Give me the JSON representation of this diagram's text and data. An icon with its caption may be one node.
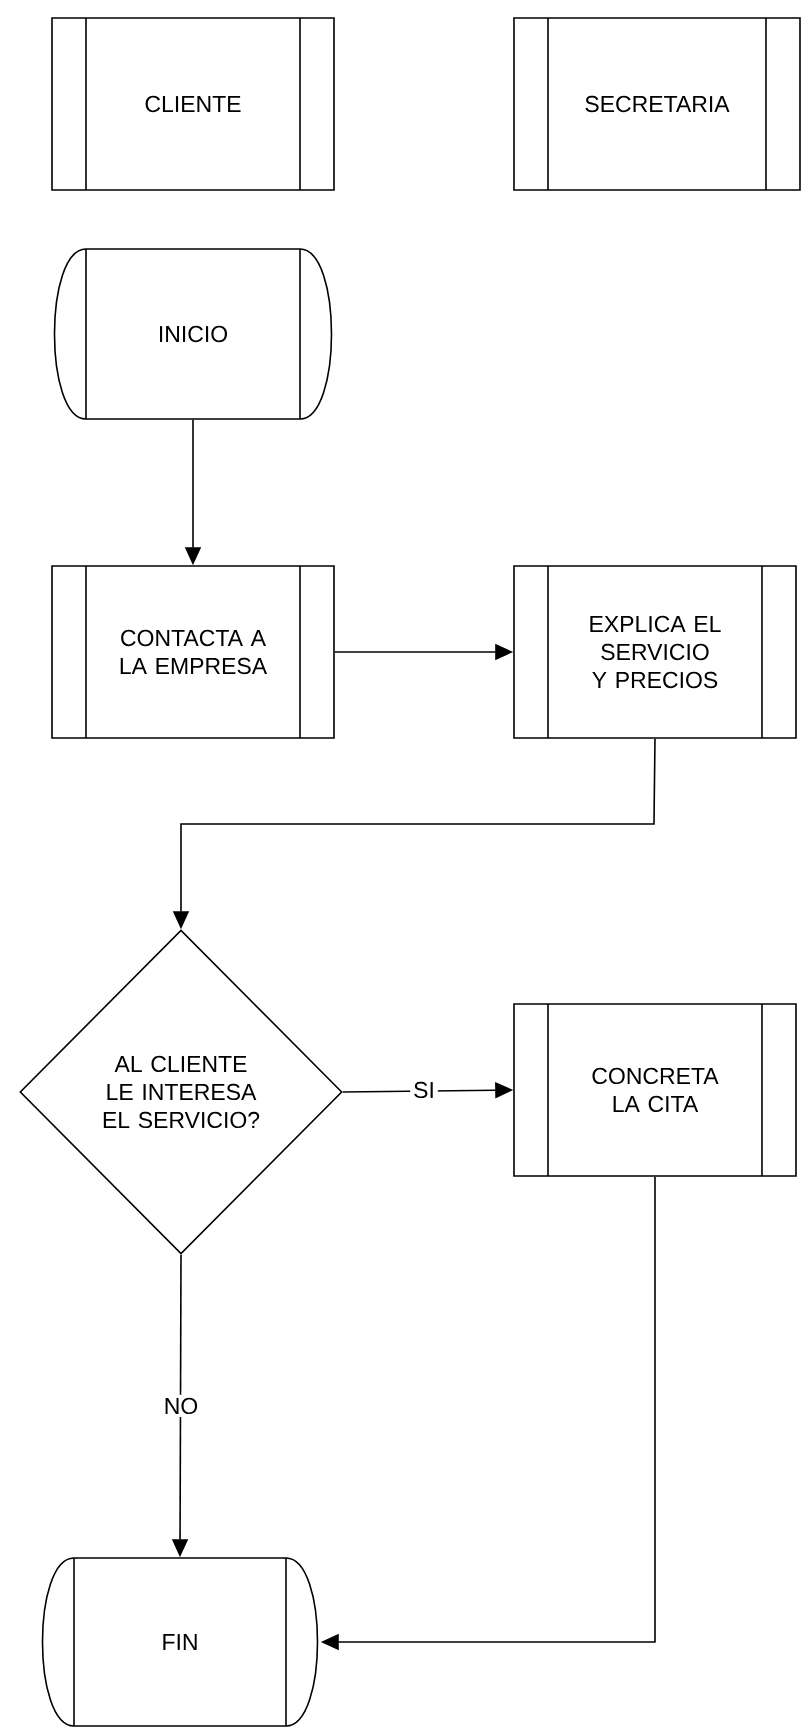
{
  "diagram": {
    "nodes": [
      {
        "text": [
          "CLIENTE"
        ]
      },
      {
        "text": [
          "SECRETARIA"
        ]
      },
      {
        "text": [
          "INICIO"
        ]
      },
      {
        "text": [
          "CONTACTA A LA EMPRESA"
        ]
      },
      {
        "text": [
          "EXPLICA EL SERVICIO Y PRECIOS"
        ]
      },
      {
        "text": [
          "AL CLIENTE LE INTERESA EL SERVICIO?"
        ]
      },
      {
        "text": [
          "CONCRETA LA CITA"
        ]
      },
      {
        "text": [
          "FIN"
        ]
      }
    ],
    "edges": [
      {
        "from": 2,
        "to": 3,
        "arrow": "to"
      },
      {
        "from": 3,
        "to": 4,
        "arrow": "to"
      },
      {
        "from": 4,
        "to": 5,
        "arrow": "to"
      },
      {
        "from": 5,
        "to": 6,
        "arrow": "to",
        "label": "SI"
      },
      {
        "from": 5,
        "to": 7,
        "arrow": "to",
        "label": "NO"
      },
      {
        "from": 6,
        "to": 7,
        "arrow": "to"
      }
    ]
  }
}
